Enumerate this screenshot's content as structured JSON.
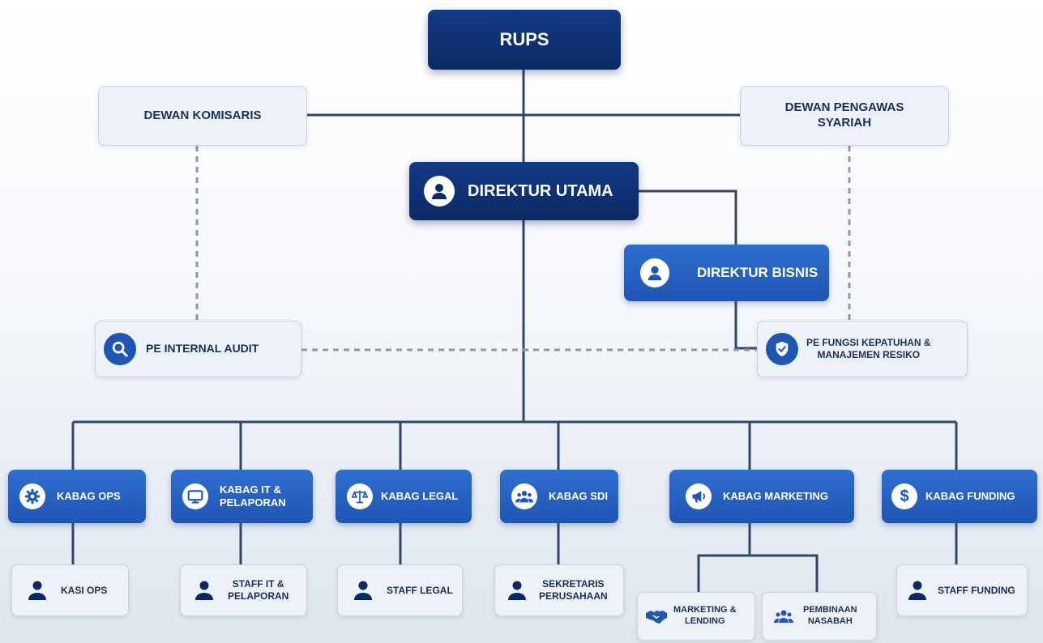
{
  "nodes": {
    "rups": "RUPS",
    "dewan_komisaris": "DEWAN KOMISARIS",
    "dewan_pengawas_syariah": [
      "DEWAN PENGAWAS",
      "SYARIAH"
    ],
    "direktur_utama": "DIREKTUR UTAMA",
    "direktur_bisnis": "DIREKTUR BISNIS",
    "pe_internal_audit": "PE INTERNAL AUDIT",
    "pe_fungsi_kepatuhan": [
      "PE FUNGSI KEPATUHAN &",
      "MANAJEMEN RESIKO"
    ],
    "kabag_ops": "KABAG OPS",
    "kabag_it": [
      "KABAG IT &",
      "PELAPORAN"
    ],
    "kabag_legal": "KABAG LEGAL",
    "kabag_sdi": "KABAG SDI",
    "kabag_marketing": "KABAG MARKETING",
    "kabag_funding": "KABAG FUNDING",
    "kasi_ops": "KASI OPS",
    "staff_it": [
      "STAFF IT &",
      "PELAPORAN"
    ],
    "staff_legal": "STAFF LEGAL",
    "sekretaris": [
      "SEKRETARIS",
      "PERUSAHAAN"
    ],
    "marketing_lending": [
      "MARKETING &",
      "LENDING"
    ],
    "pembinaan_nasabah": [
      "PEMBINAAN",
      "NASABAH"
    ],
    "staff_funding": "STAFF FUNDING"
  },
  "icons": {
    "direktur_utama": "user-icon",
    "direktur_bisnis": "user-icon",
    "pe_internal_audit": "search-icon",
    "pe_fungsi_kepatuhan": "shield-check-icon",
    "kabag_ops": "gear-icon",
    "kabag_it": "monitor-icon",
    "kabag_legal": "scale-icon",
    "kabag_sdi": "group-icon",
    "kabag_marketing": "megaphone-icon",
    "kabag_funding": "dollar-icon",
    "staff": "person-icon",
    "marketing_lending": "handshake-icon",
    "pembinaan_nasabah": "group-icon"
  },
  "colors": {
    "dark_navy": "#0b2a63",
    "primary_blue": "#1f55b3",
    "light_box": "#edf2f9",
    "connector": "#34456a",
    "dashed_connector": "#8e98a8"
  }
}
